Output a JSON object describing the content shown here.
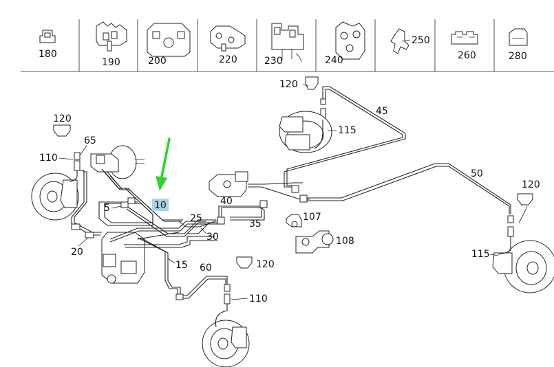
{
  "header_parts": [
    {
      "id": "180",
      "label": "180"
    },
    {
      "id": "190",
      "label": "190"
    },
    {
      "id": "200",
      "label": "200"
    },
    {
      "id": "220",
      "label": "220"
    },
    {
      "id": "230",
      "label": "230"
    },
    {
      "id": "240",
      "label": "240"
    },
    {
      "id": "250",
      "label": "250"
    },
    {
      "id": "260",
      "label": "260"
    },
    {
      "id": "280",
      "label": "280"
    }
  ],
  "callouts": {
    "c120_rear_top": "120",
    "c45": "45",
    "c115_rear_top": "115",
    "c120_left": "120",
    "c65": "65",
    "c110_left": "110",
    "c5": "5",
    "c10": "10",
    "c20": "20",
    "c40": "40",
    "c25": "25",
    "c30": "30",
    "c35": "35",
    "c107": "107",
    "c108": "108",
    "c15": "15",
    "c60": "60",
    "c120_bottom": "120",
    "c110_bottom": "110",
    "c50": "50",
    "c120_right": "120",
    "c115_right": "115"
  },
  "highlight": {
    "label": "10",
    "color": "#a9d3e6",
    "arrow_color": "#2bd42b"
  }
}
